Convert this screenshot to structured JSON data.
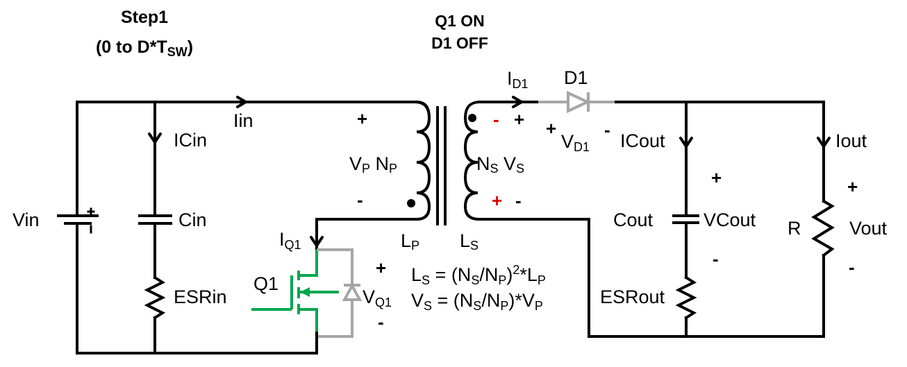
{
  "header": {
    "step_title": "Step1",
    "step_interval_prefix": "(0 to D*T",
    "step_interval_sub": "SW",
    "step_interval_suffix": ")",
    "q1_state": "Q1 ON",
    "d1_state": "D1 OFF"
  },
  "colors": {
    "step_title": "#1f78c1",
    "q1_on": "#00a650",
    "d1_off": "#a6a6a6",
    "polarity_red": "#e00000",
    "wire": "#000000"
  },
  "labels": {
    "vin": "Vin",
    "iin": "Iin",
    "icin": "ICin",
    "cin": "Cin",
    "esrin": "ESRin",
    "iq1_main": "I",
    "iq1_sub": "Q1",
    "q1": "Q1",
    "vq1_main": "V",
    "vq1_sub": "Q1",
    "vp_main": "V",
    "vp_sub": "P",
    "np_main": "N",
    "np_sub": "P",
    "ns_main": "N",
    "ns_sub": "S",
    "vs_main": "V",
    "vs_sub": "S",
    "lp_main": "L",
    "lp_sub": "P",
    "ls_main": "L",
    "ls_sub": "S",
    "id1_main": "I",
    "id1_sub": "D1",
    "d1": "D1",
    "vd1_main": "V",
    "vd1_sub": "D1",
    "icout": "ICout",
    "cout": "Cout",
    "vcout": "VCout",
    "esrout": "ESRout",
    "iout": "Iout",
    "r": "R",
    "vout": "Vout",
    "plus": "+",
    "minus": "-"
  },
  "equations": {
    "ls_eq": {
      "a": "L",
      "a_sub": "S",
      "b": " = (N",
      "b_sub": "S",
      "c": "/N",
      "c_sub": "P",
      "d": ")",
      "d_sup": "2",
      "e": "*L",
      "e_sub": "P"
    },
    "vs_eq": {
      "a": "V",
      "a_sub": "S",
      "b": " = (N",
      "b_sub": "S",
      "c": "/N",
      "c_sub": "P",
      "d": ")*V",
      "d_sub": "P"
    }
  }
}
